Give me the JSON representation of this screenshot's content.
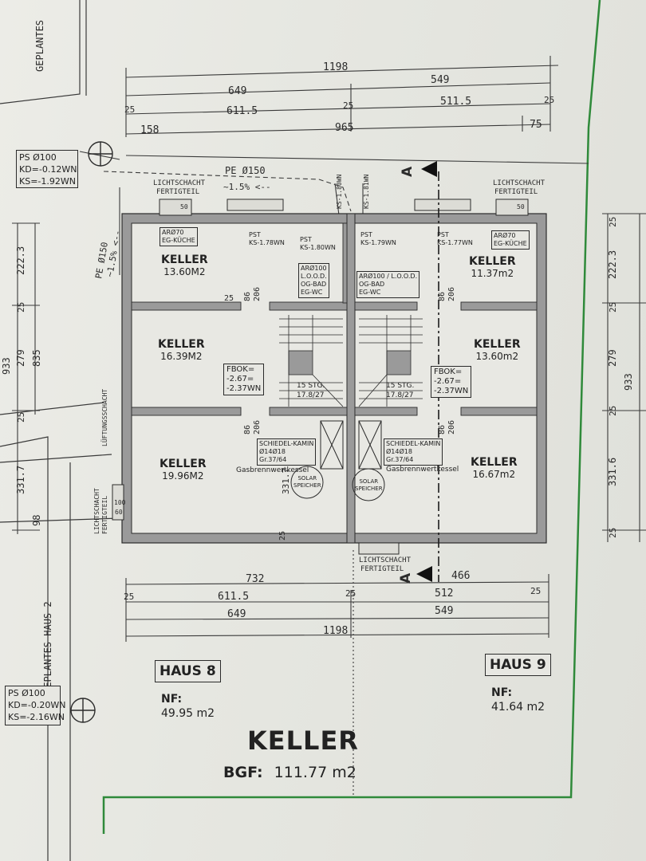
{
  "labels": {
    "geplant_top": "GEPLANTES",
    "geplant_haus2": "GEPLANTES HAUS 2",
    "ps_top": [
      "PS Ø100",
      "KD=-0.12WN",
      "KS=-1.92WN"
    ],
    "ps_bottom": [
      "PS Ø100",
      "KD=-0.20WN",
      "KS=-2.16WN"
    ],
    "pe_top": "PE Ø150",
    "pe_top_slope": "~1.5% <--",
    "pe_left": "PE Ø150",
    "pe_left_slope": "~1.5% <--",
    "lichtschacht": "LICHTSCHACHT",
    "fertigteil": "FERTIGTEIL",
    "lueftungsschacht": "LÜFTUNGSSCHACHT",
    "ks_pipe_1": "KS-1.80WN",
    "ks_pipe_2": "KS-1.81WN",
    "section_marker": "A"
  },
  "dims_top": {
    "total": "1198",
    "left_part": "649",
    "right_part": "549",
    "inner_left": "611.5",
    "inner_right": "511.5",
    "wall": "25",
    "a158": "158",
    "a965": "965",
    "a75": "75"
  },
  "dims_bottom": {
    "a732": "732",
    "a466": "466",
    "inner_left": "611.5",
    "inner_right": "512",
    "wall": "25",
    "left_part": "649",
    "right_part": "549",
    "total": "1198"
  },
  "dims_left": [
    "222.3",
    "25",
    "279",
    "835",
    "933",
    "331.7",
    "25",
    "98"
  ],
  "dims_right": [
    "25",
    "222.3",
    "25",
    "279",
    "25",
    "331.6",
    "25",
    "933"
  ],
  "rooms": [
    {
      "name": "KELLER",
      "area": "13.60M2"
    },
    {
      "name": "KELLER",
      "area": "16.39M2"
    },
    {
      "name": "KELLER",
      "area": "19.96M2"
    },
    {
      "name": "KELLER",
      "area": "11.37m2"
    },
    {
      "name": "KELLER",
      "area": "13.60m2"
    },
    {
      "name": "KELLER",
      "area": "16.67m2"
    }
  ],
  "notes": {
    "ar70": [
      "ARØ70",
      "EG-KÜCHE"
    ],
    "pst_left_a": [
      "PST",
      "KS-1.78WN"
    ],
    "pst_left_b": [
      "PST",
      "KS-1.80WN"
    ],
    "pst_right_a": [
      "PST",
      "KS-1.79WN"
    ],
    "pst_right_b": [
      "PST",
      "KS-1.77WN"
    ],
    "ar100_left": [
      "ARØ100",
      "L.O.O.D.",
      "OG-BAD",
      "EG-WC"
    ],
    "ar100_right": [
      "ARØ100 / L.O.O.D.",
      "OG-BAD",
      "EG-WC"
    ],
    "fbok_left": [
      "FBOK=",
      "-2.67=",
      "-2.37WN"
    ],
    "fbok_right": [
      "FBOK=",
      "-2.67=",
      "-2.37WN"
    ],
    "stg": "15 STG.",
    "stg_ratio": "17.8/27",
    "kamin": [
      "SCHIEDEL-KAMIN",
      "Ø14Ø18",
      "Gr.37/64"
    ],
    "gas": "Gasbrennwertkessel",
    "solar": [
      "SOLAR",
      "SPEICHER"
    ],
    "wall_86": "86",
    "wall_206": "206",
    "wall_25": "25",
    "wall_3317": "331.7",
    "win_100": "100",
    "win_60": "60",
    "win_50": "50"
  },
  "houses": {
    "h8": {
      "name": "HAUS 8",
      "nf_label": "NF:",
      "nf": "49.95  m2"
    },
    "h9": {
      "name": "HAUS 9",
      "nf_label": "NF:",
      "nf": "41.64  m2"
    }
  },
  "footer": {
    "title": "KELLER",
    "bgf_label": "BGF:",
    "bgf_value": "111.77 m2"
  },
  "colors": {
    "line": "#2b2b2b",
    "wall_fill": "#9a9a9a",
    "boundary_green": "#2f8a3a"
  }
}
